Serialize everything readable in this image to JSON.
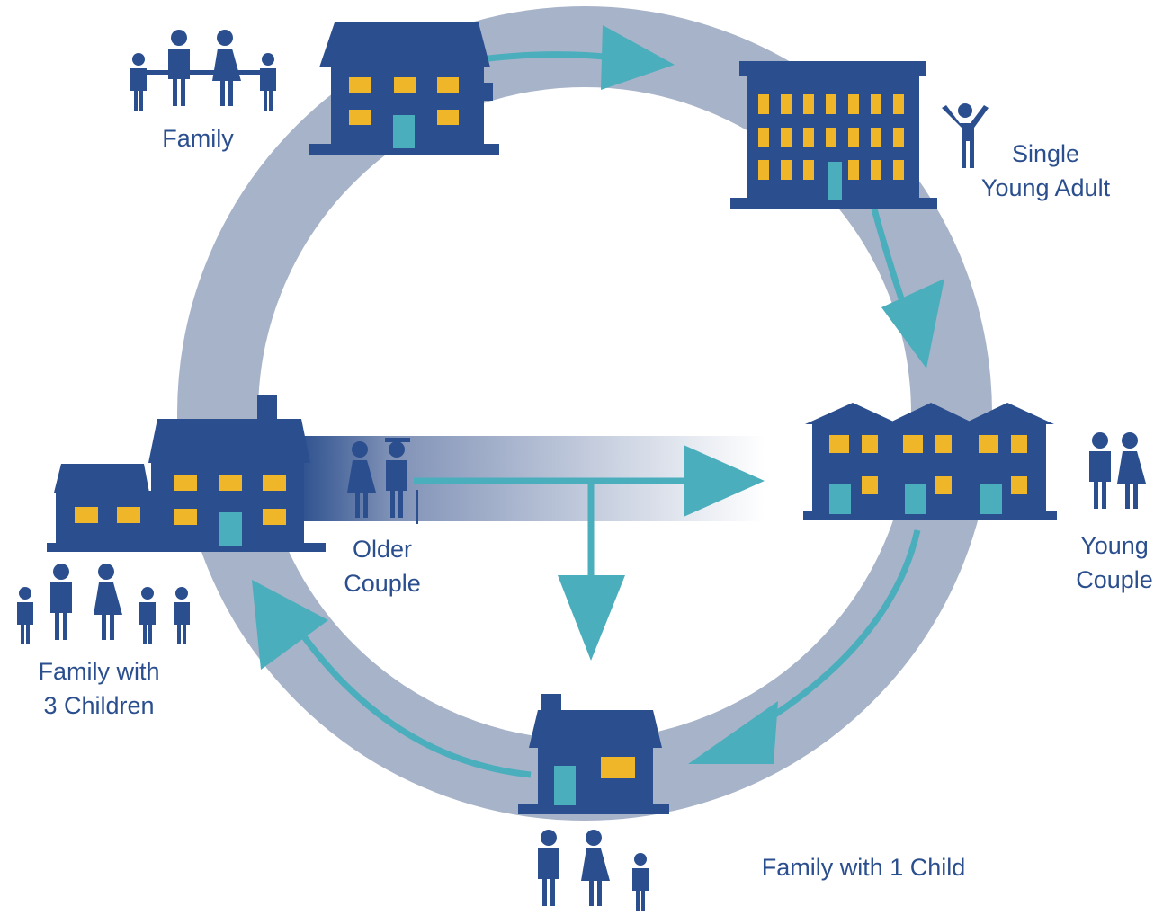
{
  "colors": {
    "ring": "#a7b3c8",
    "arrow": "#4aaebd",
    "building": "#2b4f8e",
    "window": "#f0b62a",
    "door": "#4aaebd",
    "text": "#2b4f8e"
  },
  "labels": {
    "family": "Family",
    "single_young_adult": [
      "Single",
      "Young Adult"
    ],
    "young_couple": [
      "Young",
      "Couple"
    ],
    "family_with_1_child": "Family with 1 Child",
    "family_with_3_children": [
      "Family with",
      "3 Children"
    ],
    "older_couple": [
      "Older",
      "Couple"
    ]
  },
  "icons": {
    "family_house": "house-icon",
    "apartment": "apartment-building-icon",
    "townhouses": "townhouse-row-icon",
    "small_house": "small-house-icon",
    "large_house": "large-house-icon",
    "family_people": "family-people-icon",
    "single_adult": "person-arms-raised-icon",
    "young_couple": "couple-icon",
    "older_couple": "elderly-couple-icon",
    "family_1_child": "family-one-child-icon",
    "family_3_children": "family-three-children-icon"
  }
}
